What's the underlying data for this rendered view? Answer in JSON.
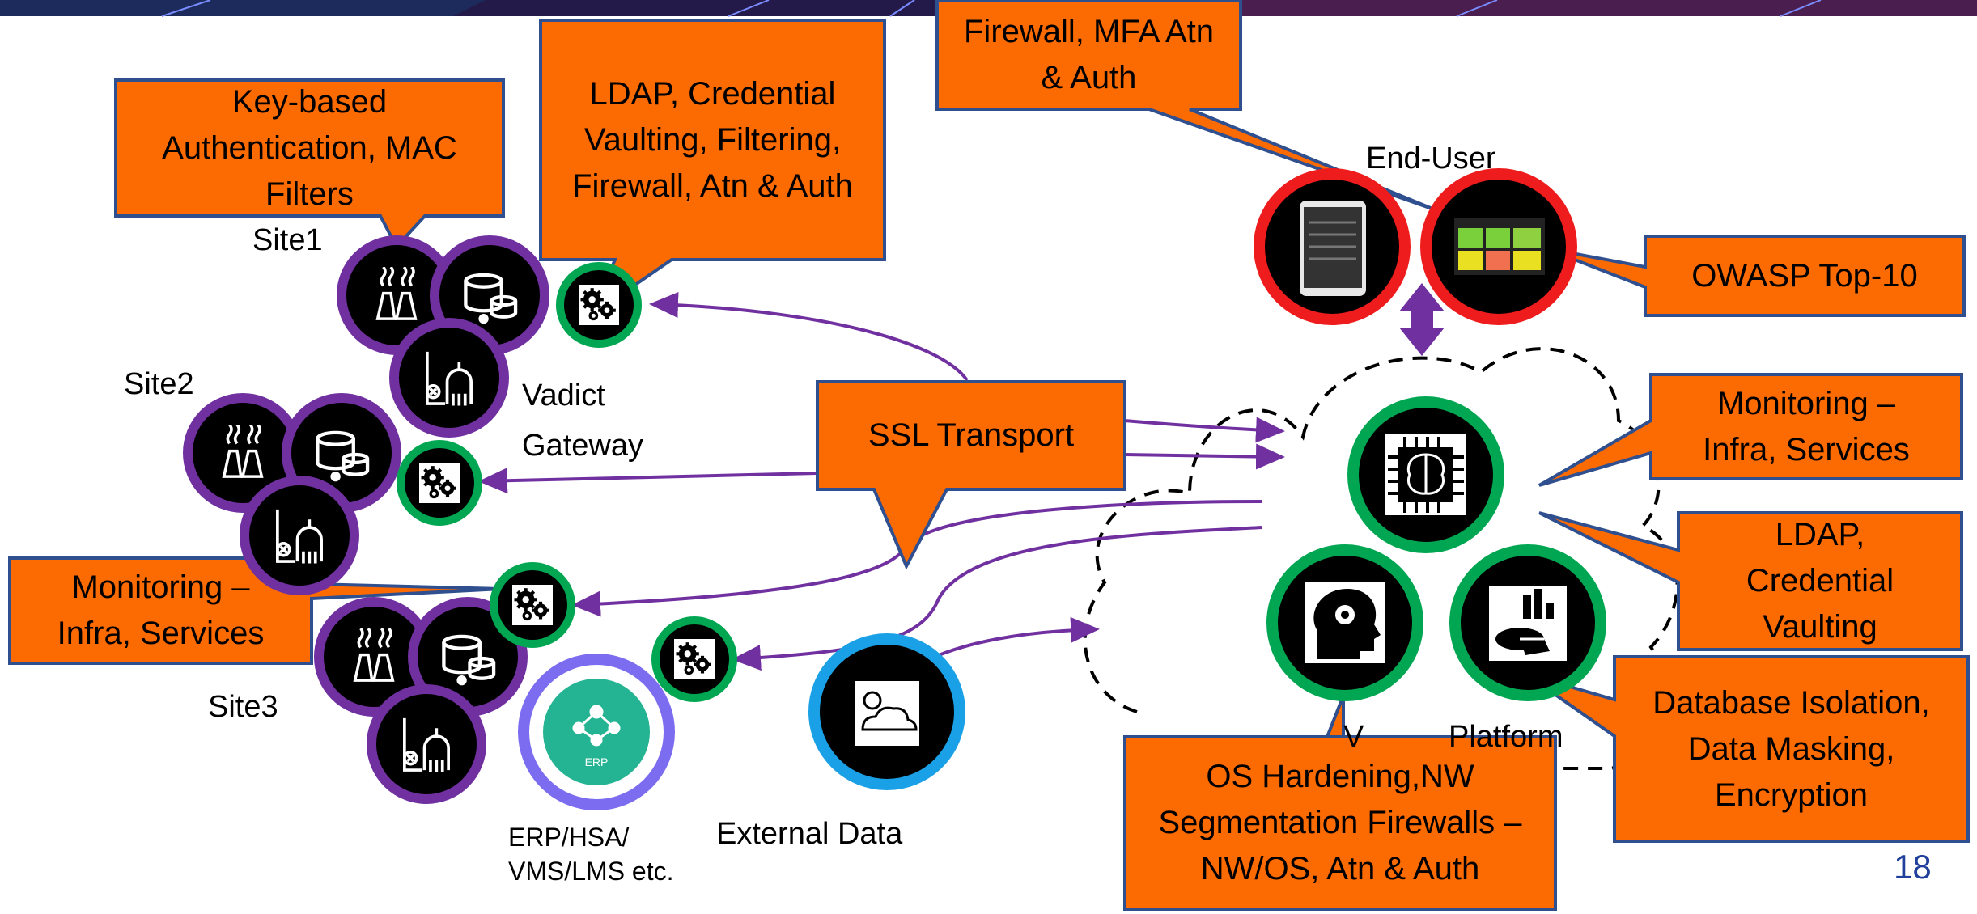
{
  "colors": {
    "callout_fill": "#fc6a02",
    "callout_border": "#2f4f8f",
    "purple_ring": "#7030a0",
    "green_ring": "#00a651",
    "red_ring": "#ee1c1c",
    "blue_ring": "#1aa0e6",
    "arrow": "#7030a0",
    "page_number": "#1f3f9a"
  },
  "callouts": {
    "key_auth": "Key-based\nAuthentication, MAC\nFilters",
    "ldap_gateway": "LDAP, Credential\nVaulting, Filtering,\nFirewall, Atn & Auth",
    "firewall_mfa": "Firewall, MFA Atn\n& Auth",
    "owasp": "OWASP Top-10",
    "monitoring_right": "Monitoring –\nInfra, Services",
    "ldap_right": "LDAP,\nCredential\nVaulting",
    "database": "Database Isolation,\nData Masking,\nEncryption",
    "os_hardening": "OS Hardening,NW\nSegmentation Firewalls –\nNW/OS, Atn & Auth",
    "ssl": "SSL Transport",
    "monitoring_left": "Monitoring –\nInfra, Services"
  },
  "labels": {
    "site1": "Site1",
    "site2": "Site2",
    "site3": "Site3",
    "gateway": "Vadict\nGateway",
    "end_user": "End-User",
    "erp": "ERP/HSA/\nVMS/LMS etc.",
    "external": "External Data",
    "vadict_partial": "V",
    "platform": "Platform"
  },
  "icons": {
    "factory": "factory-icon",
    "database": "database-icon",
    "boiler": "boiler-icon",
    "gear": "gears-icon",
    "tablet": "tablet-icon",
    "dashboard": "dashboard-icon",
    "chip": "brain-chip-icon",
    "head": "head-gears-icon",
    "analytics": "analytics-icon",
    "erp": "erp-icon",
    "weather": "weather-icon"
  },
  "page_number": "18"
}
